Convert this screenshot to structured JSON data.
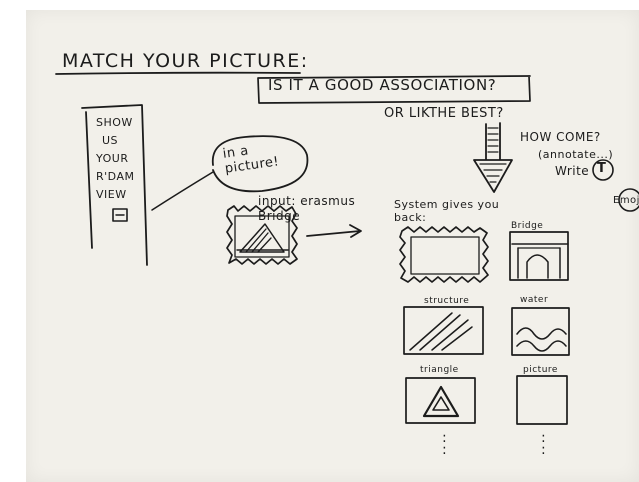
{
  "sketch": {
    "title": "MATCH YOUR PICTURE:",
    "question_main": "IS IT A GOOD ASSOCIATION?",
    "question_alt": "OR LIKTHE BEST?",
    "how_come": "HOW COME?",
    "annotate": "(annotate...)",
    "write": "Write",
    "write_circled_letter": "T",
    "emoji_label": "Emoji",
    "sidebar_lines": [
      "SHOW",
      "US",
      "YOUR",
      "R'DAM",
      "VIEW"
    ],
    "bubble_text": "in a\npicture!",
    "input_label": "input: erasmus\nBridge",
    "system_label": "System gives you\nback:",
    "results": [
      {
        "caption": ""
      },
      {
        "caption": "Bridge"
      },
      {
        "caption": "structure"
      },
      {
        "caption": "water"
      },
      {
        "caption": "triangle"
      },
      {
        "caption": "picture"
      }
    ],
    "ellipsis": ":"
  }
}
